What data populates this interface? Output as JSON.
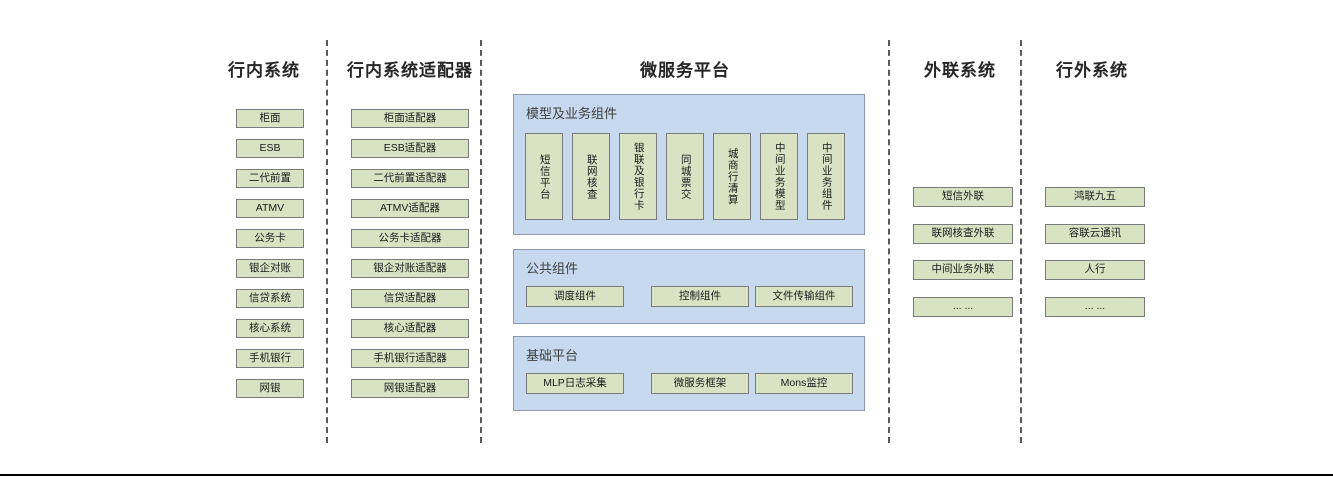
{
  "columns": [
    {
      "id": "inbank",
      "title": "行内系统",
      "items": [
        "柜面",
        "ESB",
        "二代前置",
        "ATMV",
        "公务卡",
        "银企对账",
        "信贷系统",
        "核心系统",
        "手机银行",
        "网银"
      ]
    },
    {
      "id": "inbank-adapter",
      "title": "行内系统适配器",
      "items": [
        "柜面适配器",
        "ESB适配器",
        "二代前置适配器",
        "ATMV适配器",
        "公务卡适配器",
        "银企对账适配器",
        "信贷适配器",
        "核心适配器",
        "手机银行适配器",
        "网银适配器"
      ]
    },
    {
      "id": "microservice",
      "title": "微服务平台",
      "panels": [
        {
          "id": "model-business",
          "label": "模型及业务组件",
          "items": [
            "短信平台",
            "联网核查",
            "银联及银行卡",
            "同城票交",
            "城商行清算",
            "中间业务模型",
            "中间业务组件"
          ]
        },
        {
          "id": "public-components",
          "label": "公共组件",
          "items": [
            "调度组件",
            "控制组件",
            "文件传输组件"
          ]
        },
        {
          "id": "base-platform",
          "label": "基础平台",
          "items": [
            "MLP日志采集",
            "微服务框架",
            "Mons监控"
          ]
        }
      ]
    },
    {
      "id": "external-link",
      "title": "外联系统",
      "items": [
        "短信外联",
        "联网核查外联",
        "中间业务外联",
        "... ..."
      ]
    },
    {
      "id": "outbank",
      "title": "行外系统",
      "items": [
        "鸿联九五",
        "容联云通讯",
        "人行",
        "... ..."
      ]
    }
  ],
  "colors": {
    "node_fill": "#d9e3c4",
    "node_border": "#7b7b7b",
    "panel_fill": "#c6d9ee",
    "panel_border": "#8a9aab",
    "divider": "#5a5a5a",
    "title_text": "#262626"
  }
}
